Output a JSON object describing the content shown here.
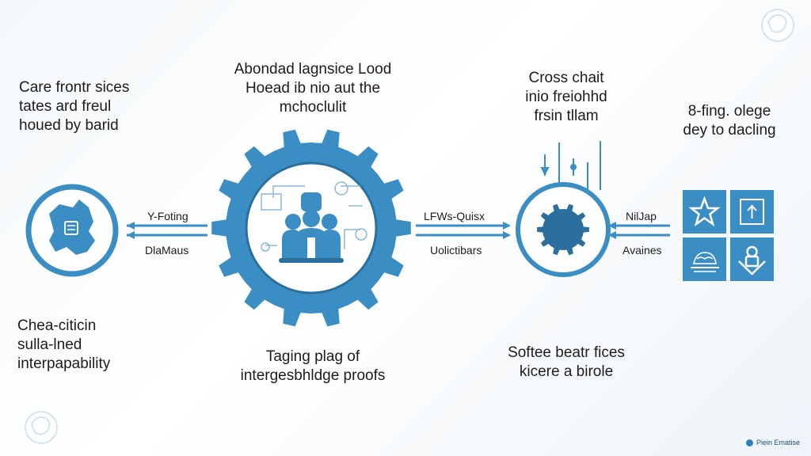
{
  "colors": {
    "primary": "#3b8ec4",
    "dark": "#2a6f9e",
    "light": "#ffffff",
    "background": "#f4f8fb"
  },
  "top_left": {
    "lines": [
      "Care frontr sices",
      "tates ard freul",
      "houed by barid"
    ]
  },
  "top_center": {
    "lines": [
      "Abondad lagnsice Lood",
      "Hoead ib nio aut the",
      "mchoclulit"
    ]
  },
  "top_right": {
    "lines": [
      "Cross chait",
      "inio freiohhd",
      "frsin tllam"
    ]
  },
  "far_right": {
    "lines": [
      "8-fing. olege",
      "dey to dacling"
    ]
  },
  "bottom_left": {
    "lines": [
      "Chea-citicin",
      "sulla-lned",
      "interpapability"
    ]
  },
  "bottom_center": {
    "lines": [
      "Taging plag of",
      "intergesbhldge proofs"
    ]
  },
  "bottom_right": {
    "lines": [
      "Softee beatr fices",
      "kicere a birole"
    ]
  },
  "arrows": {
    "left_top": "Y-Foting",
    "left_bottom": "DlaMaus",
    "middle_top": "LFWs-Quisx",
    "middle_bottom": "Uolictibars",
    "right_top": "NilJap",
    "right_bottom": "Avaines"
  },
  "icons": {
    "left_circle": "map-icon",
    "center_gear": "people-group-icon",
    "right_gear": "gear-icon",
    "grid": [
      "star-icon",
      "document-icon",
      "brain-icon",
      "lock-icon"
    ]
  },
  "watermark": "Piein Ematise"
}
